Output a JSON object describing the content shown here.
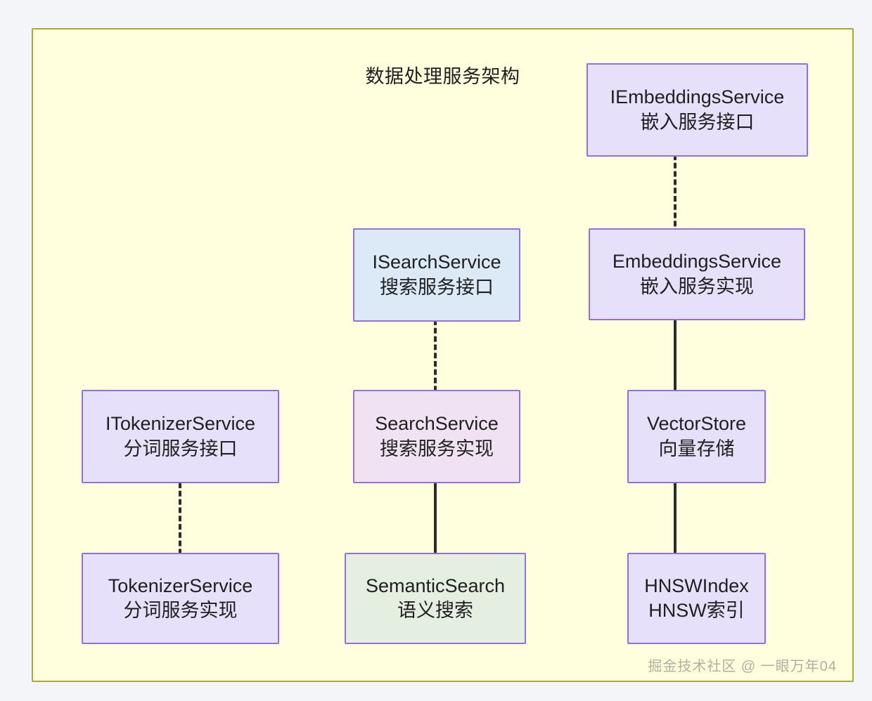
{
  "diagram": {
    "title": "数据处理服务架构",
    "background_color": "#ffffdd",
    "border_color": "#aaaa33",
    "watermark": "掘金技术社区 @ 一眼万年04",
    "nodes": [
      {
        "id": "IEmbeddingsService",
        "name_en": "IEmbeddingsService",
        "name_zh": "嵌入服务接口",
        "fill": "#e6e0fa",
        "stroke": "#9370db",
        "column": "right",
        "row": 1
      },
      {
        "id": "ISearchService",
        "name_en": "ISearchService",
        "name_zh": "搜索服务接口",
        "fill": "#dce9f7",
        "stroke": "#9370db",
        "column": "middle",
        "row": 2
      },
      {
        "id": "EmbeddingsService",
        "name_en": "EmbeddingsService",
        "name_zh": "嵌入服务实现",
        "fill": "#e6e0fa",
        "stroke": "#9370db",
        "column": "right",
        "row": 2
      },
      {
        "id": "ITokenizerService",
        "name_en": "ITokenizerService",
        "name_zh": "分词服务接口",
        "fill": "#e6e0fa",
        "stroke": "#9370db",
        "column": "left",
        "row": 3
      },
      {
        "id": "SearchService",
        "name_en": "SearchService",
        "name_zh": "搜索服务实现",
        "fill": "#f0e2f2",
        "stroke": "#9370db",
        "column": "middle",
        "row": 3
      },
      {
        "id": "VectorStore",
        "name_en": "VectorStore",
        "name_zh": "向量存储",
        "fill": "#e6e0fa",
        "stroke": "#9370db",
        "column": "right",
        "row": 3
      },
      {
        "id": "TokenizerService",
        "name_en": "TokenizerService",
        "name_zh": "分词服务实现",
        "fill": "#e6e0fa",
        "stroke": "#9370db",
        "column": "left",
        "row": 4
      },
      {
        "id": "SemanticSearch",
        "name_en": "SemanticSearch",
        "name_zh": "语义搜索",
        "fill": "#e4eee1",
        "stroke": "#9370db",
        "column": "middle",
        "row": 4
      },
      {
        "id": "HNSWIndex",
        "name_en": "HNSWIndex",
        "name_zh": "HNSW索引",
        "fill": "#e6e0fa",
        "stroke": "#9370db",
        "column": "right",
        "row": 4
      }
    ],
    "edges": [
      {
        "from": "IEmbeddingsService",
        "to": "EmbeddingsService",
        "style": "dashed",
        "label": ""
      },
      {
        "from": "ISearchService",
        "to": "SearchService",
        "style": "dashed",
        "label": ""
      },
      {
        "from": "ITokenizerService",
        "to": "TokenizerService",
        "style": "dashed",
        "label": ""
      },
      {
        "from": "EmbeddingsService",
        "to": "VectorStore",
        "style": "solid",
        "label": ""
      },
      {
        "from": "SearchService",
        "to": "SemanticSearch",
        "style": "solid",
        "label": ""
      },
      {
        "from": "VectorStore",
        "to": "HNSWIndex",
        "style": "solid",
        "label": ""
      }
    ]
  }
}
